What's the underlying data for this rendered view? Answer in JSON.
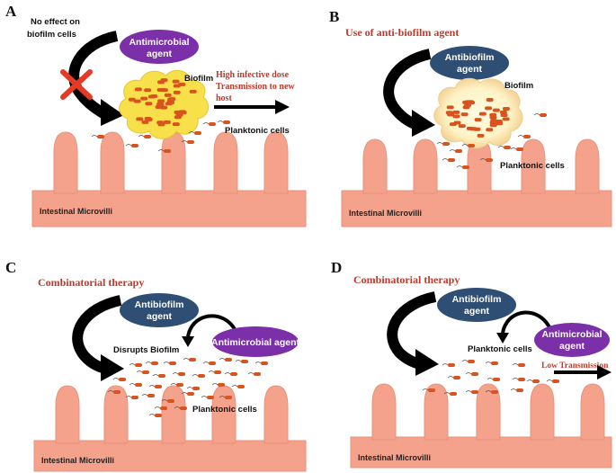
{
  "colors": {
    "tissue": "#f4a28c",
    "tissue_edge": "#e8927a",
    "antimicrobial_oval": "#7b2fa8",
    "antibiofilm_oval": "#2f4e73",
    "biofilm_fill": "#f7e04a",
    "bacteria": "#d9531e",
    "red_text": "#c0392b",
    "cross": "#e53a25"
  },
  "panels": {
    "a": {
      "letter": "A",
      "no_effect_line1": "No effect on",
      "no_effect_line2": "biofilm cells",
      "agent_line1": "Antimicrobial",
      "agent_line2": "agent",
      "biofilm_label": "Biofilm",
      "red_line1": "High infective dose",
      "red_line2": "Transmission to new",
      "red_line3": "host",
      "planktonic_label": "Planktonic cells",
      "base_label": "Intestinal Microvilli"
    },
    "b": {
      "letter": "B",
      "title": "Use of anti-biofilm agent",
      "agent_line1": "Antibiofilm",
      "agent_line2": "agent",
      "biofilm_label": "Biofilm",
      "planktonic_label": "Planktonic cells",
      "base_label": "Intestinal Microvilli"
    },
    "c": {
      "letter": "C",
      "title": "Combinatorial therapy",
      "agent1_line1": "Antibiofilm",
      "agent1_line2": "agent",
      "agent2_label": "Antimicrobial agent",
      "disrupts_label": "Disrupts Biofilm",
      "planktonic_label": "Planktonic cells",
      "base_label": "Intestinal Microvilli"
    },
    "d": {
      "letter": "D",
      "title": "Combinatorial therapy",
      "agent1_line1": "Antibiofilm",
      "agent1_line2": "agent",
      "agent2_line1": "Antimicrobial",
      "agent2_line2": "agent",
      "planktonic_label": "Planktonic cells",
      "low_transmission": "Low Transmission",
      "base_label": "Intestinal Microvilli"
    }
  }
}
